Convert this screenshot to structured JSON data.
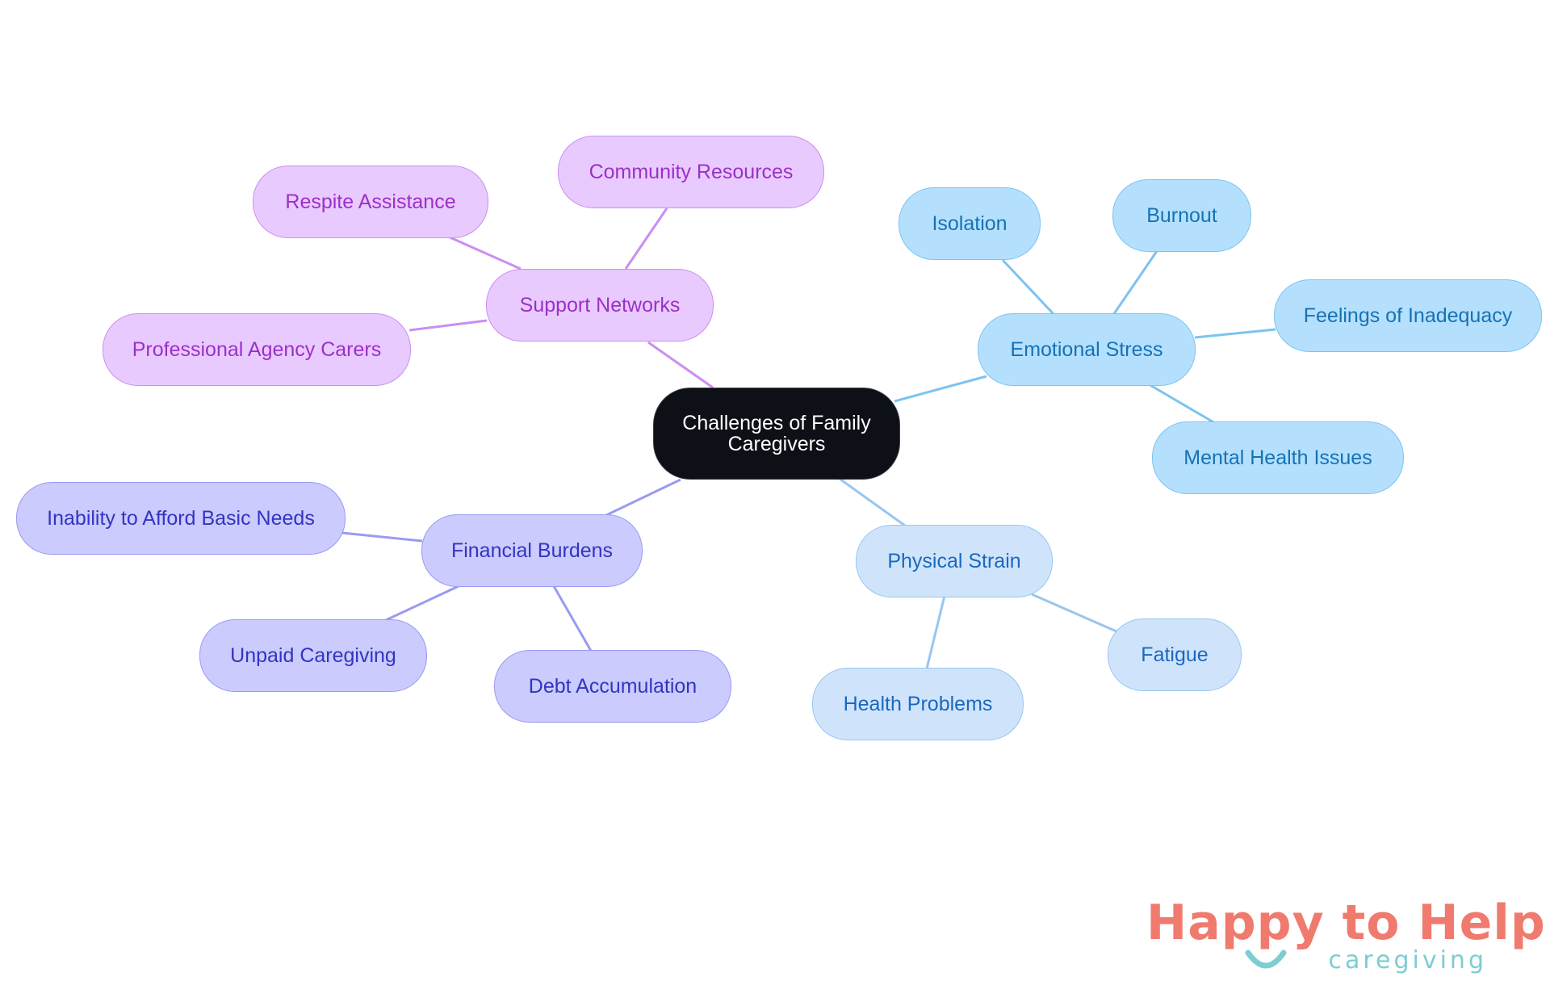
{
  "root": {
    "label": "Challenges of Family Caregivers"
  },
  "branches": [
    {
      "key": "support",
      "label": "Support Networks",
      "color": "#c98ff0",
      "children": [
        "Community Resources",
        "Respite Assistance",
        "Professional Agency Carers"
      ]
    },
    {
      "key": "emotional",
      "label": "Emotional Stress",
      "color": "#7cc3f0",
      "children": [
        "Isolation",
        "Burnout",
        "Feelings of Inadequacy",
        "Mental Health Issues"
      ]
    },
    {
      "key": "physical",
      "label": "Physical Strain",
      "color": "#98c6f0",
      "children": [
        "Fatigue",
        "Health Problems"
      ]
    },
    {
      "key": "financial",
      "label": "Financial Burdens",
      "color": "#9a9af3",
      "children": [
        "Inability to Afford Basic Needs",
        "Unpaid Caregiving",
        "Debt Accumulation"
      ]
    }
  ],
  "logo": {
    "title_part1": "Happy to Help",
    "subtitle": "caregiving",
    "primary_color": "#f07a6e",
    "secondary_color": "#7dcdd3"
  }
}
